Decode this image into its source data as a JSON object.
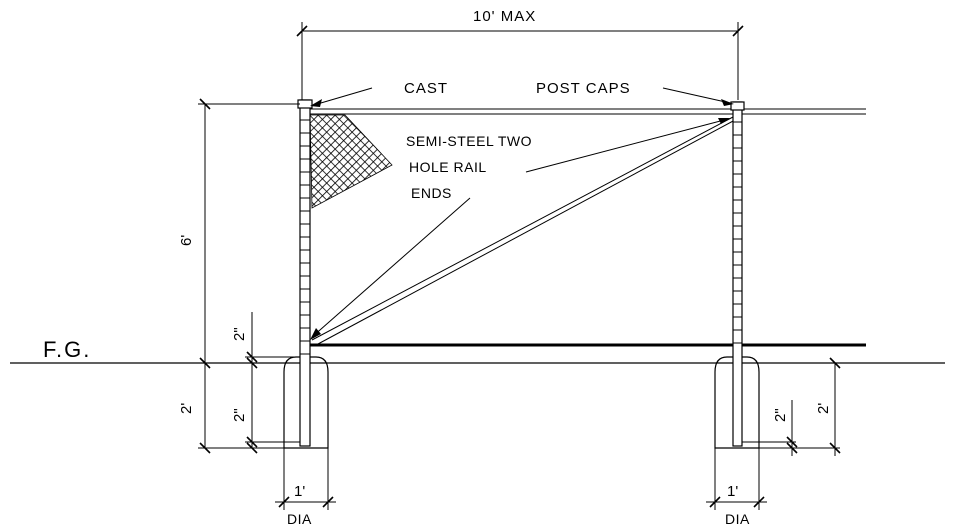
{
  "labels": {
    "top_dim": "10' MAX",
    "cast": "CAST",
    "post_caps": "POST CAPS",
    "rail_line1": "SEMI-STEEL TWO",
    "rail_line2": "HOLE RAIL",
    "rail_line3": "ENDS",
    "finished_grade": "F.G.",
    "height_dim": "6'",
    "left_upper_2in": "2\"",
    "left_lower_2in": "2\"",
    "left_depth": "2'",
    "right_2in": "2\"",
    "right_depth": "2'",
    "left_dia_size": "1'",
    "left_dia": "DIA",
    "right_dia_size": "1'",
    "right_dia": "DIA"
  }
}
